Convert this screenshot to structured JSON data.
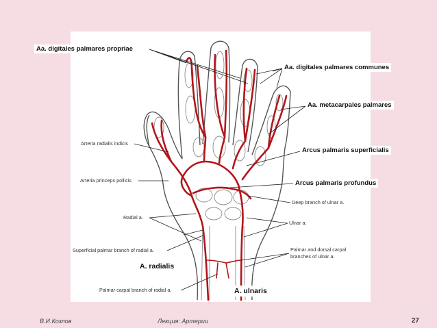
{
  "labels": {
    "digitales_propriae": "Aa. digitales palmares propriae",
    "digitales_communes": "Aa. digitales palmares communes",
    "metacarpales": "Aa. metacarpales palmares",
    "arcus_superficialis": "Arcus palmaris superficialis",
    "arcus_profundus": "Arcus palmaris profundus",
    "radialis": "A. radialis",
    "ulnaris": "A. ulnaris"
  },
  "figure_labels": {
    "radialis_indicis": "Arteria radialis indicis",
    "princeps_pollicis": "Arteria princeps pollicis",
    "radial_a": "Radial a.",
    "superficial_palmar_branch": "Superficial palmar branch of radial a.",
    "palmar_carpal_branch": "Palmar carpal branch of radial a.",
    "deep_branch_ulnar": "Deep branch of ulnar a.",
    "ulnar_a": "Ulnar a.",
    "carpal_branches_line1": "Palmar and dorsal carpal",
    "carpal_branches_line2": "branches of ulnar a."
  },
  "footer": {
    "author": "В.И.Козлов",
    "lecture": "Лекция: Артерии",
    "page": "27"
  },
  "colors": {
    "background": "#f6dde3",
    "artery": "#b2161b",
    "bone_outline": "#5a5a5a"
  }
}
